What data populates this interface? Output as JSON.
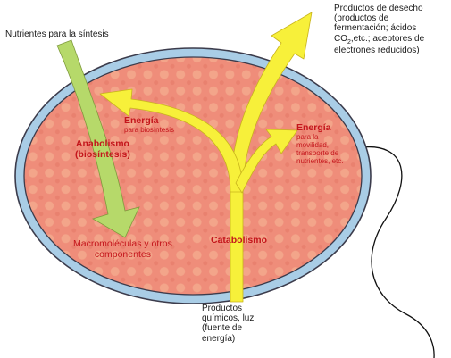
{
  "colors": {
    "cell_fill": "#ef8d7a",
    "cell_pattern": "#f4ab8f",
    "membrane": "#a9cde6",
    "outline": "#3c3c4c",
    "energy_arrow": "#f7f03a",
    "anabolism_arrow": "#b6d96a",
    "label_red": "#c4161c",
    "flagellum": "#111111"
  },
  "labels": {
    "nutrients": "Nutrientes para la síntesis",
    "waste_l1": "Productos de desecho",
    "waste_l2": "(productos de",
    "waste_l3": "fermentación; ácidos",
    "waste_l4_pre": "CO",
    "waste_l4_sub": "2",
    "waste_l4_post": ",etc.; aceptores de",
    "waste_l5": "electrones reducidos)",
    "energy_left_title": "Energía",
    "energy_left_sub": "para biosíntesis",
    "anabolism_l1": "Anabolismo",
    "anabolism_l2": "(biosíntesis)",
    "energy_right_title": "Energía",
    "energy_right_l1": "para la",
    "energy_right_l2": "movilidad,",
    "energy_right_l3": "transporte de",
    "energy_right_l4": "nutrientes, etc.",
    "macro_l1": "Macromoléculas y otros",
    "macro_l2": "componentes",
    "catabolism": "Catabolismo",
    "products_l1": "Productos",
    "products_l2": "químicos, luz",
    "products_l3": "(fuente de",
    "products_l4": "energía)"
  }
}
